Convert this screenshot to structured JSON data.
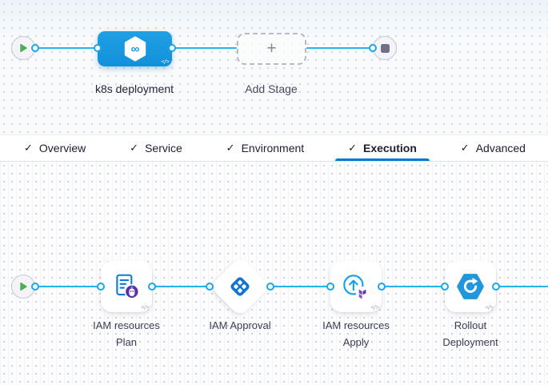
{
  "app": {
    "context": "Pipeline studio — stage and execution canvas"
  },
  "stage_graph": {
    "start_node_icon": "play-icon",
    "end_node_icon": "stop-icon",
    "stage": {
      "label": "k8s deployment",
      "icon": "harness-deploy-hexagon-infinity-icon",
      "infinity_glyph": "∞",
      "code_glyph": "</>"
    },
    "add_stage": {
      "label": "Add Stage",
      "plus_glyph": "+"
    }
  },
  "tabs": {
    "check_glyph": "✓",
    "items": [
      {
        "label": "Overview",
        "active": false
      },
      {
        "label": "Service",
        "active": false
      },
      {
        "label": "Environment",
        "active": false
      },
      {
        "label": "Execution",
        "active": true
      },
      {
        "label": "Advanced",
        "active": false
      }
    ]
  },
  "execution_graph": {
    "start_node_icon": "play-icon",
    "steps": [
      {
        "label": "IAM resources Plan",
        "icon": "terraform-plan-document-icon",
        "code_glyph": "</>"
      },
      {
        "label": "IAM Approval",
        "icon": "approval-diamond-icon"
      },
      {
        "label": "IAM resources Apply",
        "icon": "terraform-apply-icon",
        "code_glyph": "</>"
      },
      {
        "label": "Rollout Deployment",
        "icon": "rollout-deployment-icon",
        "code_glyph": "</>"
      }
    ]
  },
  "colors": {
    "accent_blue": "#0278d5",
    "connector_blue": "#2ab2ec",
    "stage_node_blue": "#1b97e0",
    "play_green": "#4caf50",
    "badge_purple": "#5d2ea6",
    "terraform_purple": "#7b42bc",
    "stop_slate": "#6d7086"
  }
}
